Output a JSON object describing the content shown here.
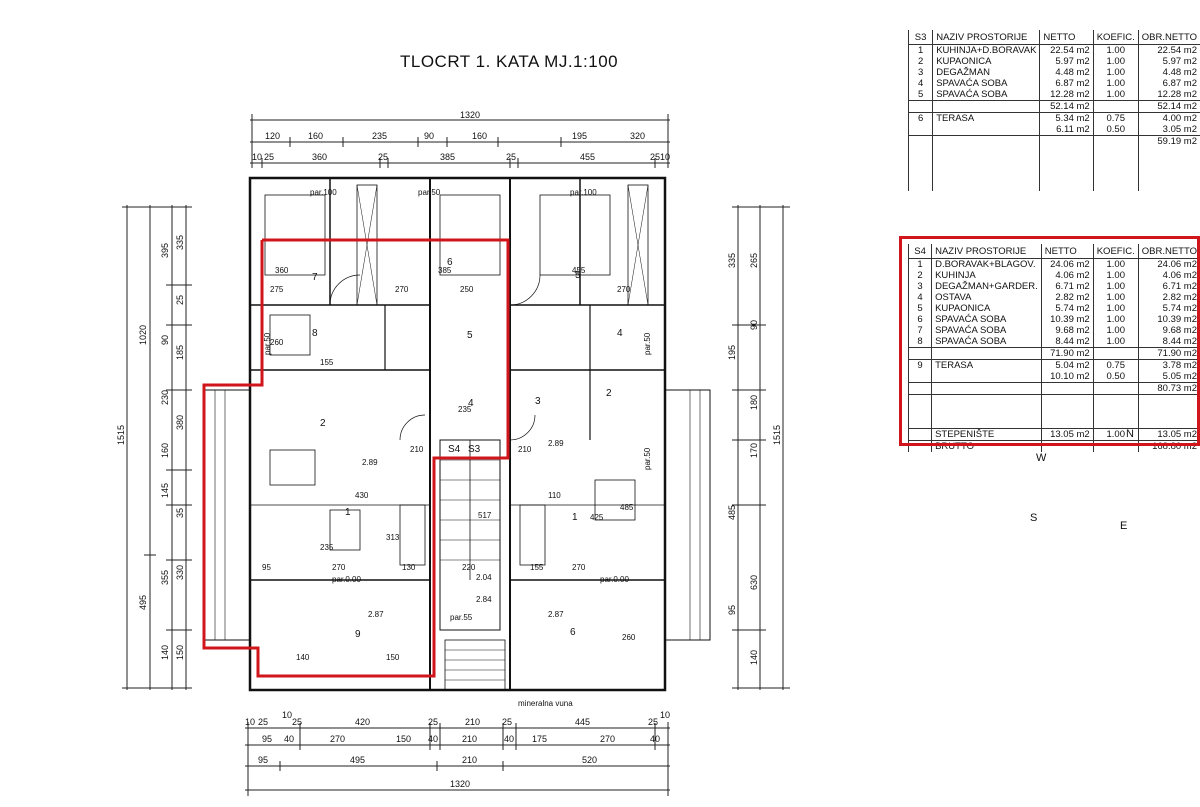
{
  "title": "TLOCRT 1. KATA  MJ.1:100",
  "highlight_color": "#d0161b",
  "compass": {
    "n": "N",
    "e": "E",
    "s": "S",
    "w": "W"
  },
  "table_s3": {
    "headers": [
      "S3",
      "NAZIV PROSTORIJE",
      "NETTO",
      "KOEFIC.",
      "OBR.NETTO"
    ],
    "rows": [
      [
        "1",
        "KUHINJA+D.BORAVAK",
        "22.54 m2",
        "1.00",
        "22.54 m2"
      ],
      [
        "2",
        "KUPAONICA",
        "5.97 m2",
        "1.00",
        "5.97 m2"
      ],
      [
        "3",
        "DEGAŽMAN",
        "4.48 m2",
        "1.00",
        "4.48 m2"
      ],
      [
        "4",
        "SPAVAĆA SOBA",
        "6.87 m2",
        "1.00",
        "6.87 m2"
      ],
      [
        "5",
        "SPAVAĆA SOBA",
        "12.28 m2",
        "1.00",
        "12.28 m2"
      ],
      [
        "",
        "",
        "52.14 m2",
        "",
        "52.14 m2"
      ],
      [
        "6",
        "TERASA",
        "5.34 m2",
        "0.75",
        "4.00 m2"
      ],
      [
        "",
        "",
        "6.11 m2",
        "0.50",
        "3.05 m2"
      ],
      [
        "",
        "",
        "",
        "",
        "59.19 m2"
      ]
    ]
  },
  "table_s4": {
    "headers": [
      "S4",
      "NAZIV PROSTORIJE",
      "NETTO",
      "KOEFIC.",
      "OBR.NETTO"
    ],
    "rows": [
      [
        "1",
        "D.BORAVAK+BLAGOV.",
        "24.06 m2",
        "1.00",
        "24.06 m2"
      ],
      [
        "2",
        "KUHINJA",
        "4.06 m2",
        "1.00",
        "4.06 m2"
      ],
      [
        "3",
        "DEGAŽMAN+GARDER.",
        "6.71 m2",
        "1.00",
        "6.71 m2"
      ],
      [
        "4",
        "OSTAVA",
        "2.82 m2",
        "1.00",
        "2.82 m2"
      ],
      [
        "5",
        "KUPAONICA",
        "5.74 m2",
        "1.00",
        "5.74 m2"
      ],
      [
        "6",
        "SPAVAĆA SOBA",
        "10.39 m2",
        "1.00",
        "10.39 m2"
      ],
      [
        "7",
        "SPAVAĆA SOBA",
        "9.68 m2",
        "1.00",
        "9.68 m2"
      ],
      [
        "8",
        "SPAVAĆA SOBA",
        "8.44 m2",
        "1.00",
        "8.44 m2"
      ],
      [
        "",
        "",
        "71.90 m2",
        "",
        "71.90 m2"
      ],
      [
        "9",
        "TERASA",
        "5.04 m2",
        "0.75",
        "3.78 m2"
      ],
      [
        "",
        "",
        "10.10 m2",
        "0.50",
        "5.05 m2"
      ],
      [
        "",
        "",
        "",
        "",
        "80.73 m2"
      ],
      [
        "",
        "",
        "",
        "",
        ""
      ],
      [
        "",
        "STEPENIŠTE",
        "13.05 m2",
        "1.00",
        "13.05 m2"
      ],
      [
        "",
        "BRUTTO",
        "",
        "",
        "168.80 m2"
      ]
    ]
  },
  "dims": {
    "top_total": "1320",
    "top_row1": [
      "120",
      "160",
      "235",
      "90",
      "160",
      "195",
      "320"
    ],
    "top_row2": [
      "10",
      "25",
      "360",
      "25",
      "385",
      "25",
      "455",
      "25",
      "10"
    ],
    "bottom_row1": [
      "10",
      "25",
      "10",
      "25",
      "420",
      "25",
      "210",
      "25",
      "445",
      "25",
      "10"
    ],
    "bottom_row2": [
      "95",
      "40",
      "270",
      "150",
      "40",
      "210",
      "40",
      "175",
      "270",
      "40"
    ],
    "bottom_row3": [
      "95",
      "495",
      "210",
      "520"
    ],
    "bottom_total": "1320",
    "left_total": "1515",
    "left_sub": "1020",
    "left_lower": "495",
    "right_total": "1515",
    "left_row": [
      "395",
      "335",
      "25",
      "90",
      "185",
      "230",
      "380",
      "160",
      "145",
      "35",
      "330",
      "355",
      "150",
      "140"
    ],
    "right_row": [
      "265",
      "335",
      "90",
      "195",
      "180",
      "170",
      "485",
      "630",
      "95",
      "140"
    ]
  },
  "rooms": {
    "r7": "7",
    "r6": "6",
    "r5": "5",
    "r8": "8",
    "r5b": "5",
    "r4": "4",
    "r3": "3",
    "r2": "2",
    "r2b": "2",
    "r4b": "4",
    "r1": "1",
    "r1b": "1",
    "r9": "9",
    "r6b": "6",
    "s4": "S4",
    "s3": "S3"
  },
  "labels": {
    "par100a": "par.100",
    "par50a": "par.50",
    "par100b": "par.100",
    "par50b": "par.50",
    "par50c": "par.50",
    "par50d": "par.50",
    "par000a": "par.0.00",
    "par000b": "par.0.00",
    "par55": "par.55",
    "h289a": "2.89",
    "h289b": "2.89",
    "h287a": "2.87",
    "h287b": "2.87",
    "h284": "2.84",
    "h204": "2.04",
    "mineral": "mineralna vuna",
    "d360": "360",
    "d275": "275",
    "d385": "385",
    "d250": "250",
    "d455": "455",
    "d270a": "270",
    "d270b": "270",
    "d260": "260",
    "d155": "155",
    "d235": "235",
    "d430": "430",
    "d313": "313",
    "d235b": "235",
    "d270c": "270",
    "d130": "130",
    "d95": "95",
    "d220": "220",
    "d110": "110",
    "d425": "425",
    "d485": "485",
    "d155b": "155",
    "d270d": "270",
    "d260b": "260",
    "d140": "140",
    "d150": "150",
    "d210a": "210",
    "d210b": "210",
    "d517": "517"
  }
}
